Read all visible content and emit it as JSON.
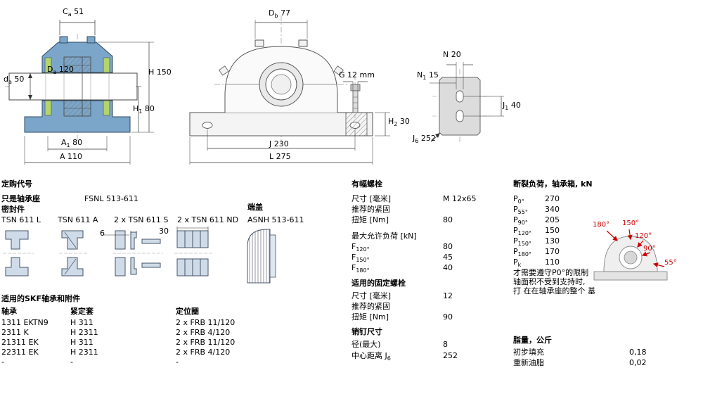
{
  "dims": {
    "Ca": {
      "base": "C",
      "sub": "a",
      "value": "51"
    },
    "da": {
      "base": "d",
      "sub": "a",
      "value": "50"
    },
    "Da": {
      "base": "D",
      "sub": "a",
      "value": "120"
    },
    "H": {
      "base": "H",
      "sub": "",
      "value": "150"
    },
    "H1": {
      "base": "H",
      "sub": "1",
      "value": "80"
    },
    "A1": {
      "base": "A",
      "sub": "1",
      "value": "80"
    },
    "A": {
      "base": "A",
      "sub": "",
      "value": "110"
    },
    "Db": {
      "base": "D",
      "sub": "b",
      "value": "77"
    },
    "G": {
      "base": "G",
      "sub": "",
      "value": "12 mm"
    },
    "H2": {
      "base": "H",
      "sub": "2",
      "value": "30"
    },
    "J": {
      "base": "J",
      "sub": "",
      "value": "230"
    },
    "L": {
      "base": "L",
      "sub": "",
      "value": "275"
    },
    "N": {
      "base": "N",
      "sub": "",
      "value": "20"
    },
    "N1": {
      "base": "N",
      "sub": "1",
      "value": "15"
    },
    "J1": {
      "base": "J",
      "sub": "1",
      "value": "40"
    },
    "J6": {
      "base": "J",
      "sub": "6",
      "value": "252"
    }
  },
  "seal_dims": {
    "s": "6",
    "nd": "30"
  },
  "ordering": {
    "title": "定购代号",
    "housing_label": "只是轴承座",
    "housing_value": "FSNL 513-611",
    "seals_label": "密封件",
    "seal_options": [
      "TSN 611 L",
      "TSN 611 A",
      "2 x TSN 611 S",
      "2 x TSN 611 ND"
    ],
    "end_cover_label": "端盖",
    "end_cover_value": "ASNH 513-611"
  },
  "attachment_bolts": {
    "title": "有幅螺栓",
    "size_label": "尺寸 [毫米]",
    "size_value": "M 12x65",
    "tightening_label": "推荐的紧固",
    "torque_label": "扭矩 [Nm]",
    "torque_value": "80",
    "max_load_label": "最大允许负荷 [kN]",
    "loads": [
      {
        "base": "F",
        "sub": "120°",
        "value": "80"
      },
      {
        "base": "F",
        "sub": "150°",
        "value": "45"
      },
      {
        "base": "F",
        "sub": "180°",
        "value": "40"
      }
    ]
  },
  "fixing_bolts": {
    "title": "适用的固定螺栓",
    "size_label": "尺寸 [毫米]",
    "size_value": "12",
    "tightening_label": "推荐的紧固",
    "torque_label": "扭矩 [Nm]",
    "torque_value": "90"
  },
  "pins": {
    "title": "销钉尺寸",
    "dia_label": "径(最大)",
    "dia_value": "8",
    "cc_label": "中心距离 J",
    "cc_sub": "6",
    "cc_value": "252"
  },
  "breaking_load": {
    "title": "断裂负荷，轴承箱, kN",
    "rows": [
      {
        "base": "P",
        "sub": "0°",
        "value": "270"
      },
      {
        "base": "P",
        "sub": "55°",
        "value": "340"
      },
      {
        "base": "P",
        "sub": "90°",
        "value": "205"
      },
      {
        "base": "P",
        "sub": "120°",
        "value": "150"
      },
      {
        "base": "P",
        "sub": "150°",
        "value": "130"
      },
      {
        "base": "P",
        "sub": "180°",
        "value": "170"
      },
      {
        "base": "P",
        "sub": "k",
        "value": "110"
      }
    ],
    "note_lines": [
      "才需要遵守P0°的限制",
      "轴面积不受到支持时,",
      "打 在在轴承座的整个 基"
    ]
  },
  "angle_diagram": {
    "labels": [
      "180°",
      "150°",
      "120°",
      "90°",
      "55°"
    ]
  },
  "bearings_table": {
    "title": "适用的SKF轴承和附件",
    "headers": [
      "轴承",
      "紧定套",
      "定位圈"
    ],
    "rows": [
      [
        "1311 EKTN9",
        "H 311",
        "2 x FRB 11/120"
      ],
      [
        "2311 K",
        "H 2311",
        "2 x FRB 4/120"
      ],
      [
        "21311 EK",
        "H 311",
        "2 x FRB 11/120"
      ],
      [
        "22311 EK",
        "H 2311",
        "2 x FRB 4/120"
      ],
      [
        "-",
        "-",
        "-"
      ]
    ]
  },
  "grease": {
    "title": "脂量，公斤",
    "rows": [
      {
        "label": "初步填充",
        "value": "0,18"
      },
      {
        "label": "重新油脂",
        "value": "0,02"
      }
    ]
  },
  "colors": {
    "housing_blue": "#7ba6c9",
    "seal_green": "#b5d469",
    "angle_red": "#cc0000"
  }
}
